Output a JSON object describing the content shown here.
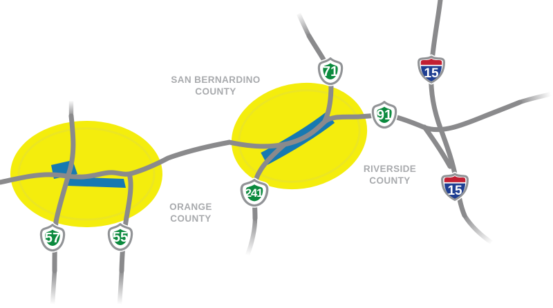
{
  "map": {
    "description_counties": [
      {
        "line1": "SAN BERNARDINO",
        "line2": "COUNTY"
      },
      {
        "line1": "ORANGE",
        "line2": "COUNTY"
      },
      {
        "line1": "RIVERSIDE",
        "line2": "COUNTY"
      }
    ],
    "shields": [
      {
        "system": "california-state-route",
        "number": "57"
      },
      {
        "system": "california-state-route",
        "number": "55"
      },
      {
        "system": "california-state-route",
        "number": "241"
      },
      {
        "system": "california-state-route",
        "number": "71"
      },
      {
        "system": "california-state-route",
        "number": "91"
      },
      {
        "system": "interstate",
        "number": "15"
      },
      {
        "system": "interstate",
        "number": "15"
      }
    ]
  },
  "colors": {
    "highlight_yellow": "#f4ed0d",
    "highlight_yellow_ring": "#e3dd3f",
    "express_blue": "#1779b1",
    "road_gray": "#8a8a8c",
    "shield_ring_gray": "#919396",
    "shield_green": "#0b8a3e",
    "interstate_red": "#c22033",
    "interstate_blue": "#1e3e92",
    "county_label_gray": "#a8aaad"
  }
}
